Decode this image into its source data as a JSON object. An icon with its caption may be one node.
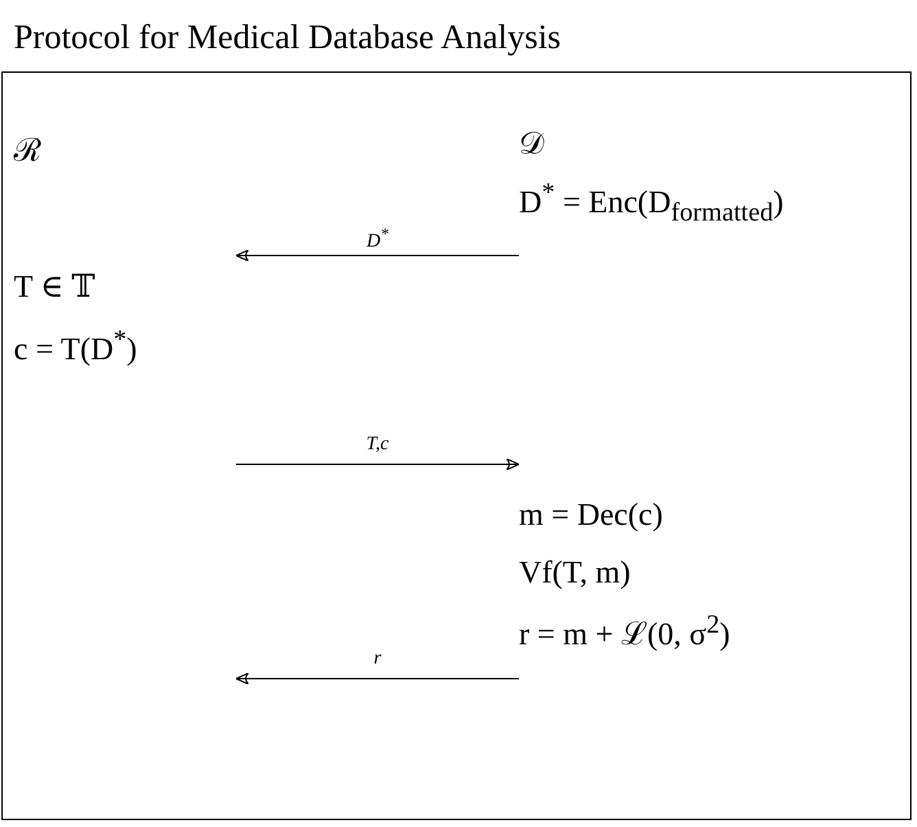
{
  "diagram": {
    "title": "Protocol for Medical Database Analysis",
    "nodes": [
      {
        "text": [
          "ℛ",
          "T ∈ 𝕋",
          "c = T(D$^{*}$)"
        ]
      },
      {
        "text": [
          "𝒟",
          "D$^{*}$ = Enc(D$_{formatted}$)",
          "m = Dec(c)",
          "Vf(T, m)",
          "r = m + ℒ(0, σ$^{2}$)"
        ]
      }
    ],
    "edges": [
      {
        "from": 1,
        "to": 0,
        "arrow": "to",
        "label": "D$^{*}$"
      },
      {
        "from": 0,
        "to": 1,
        "arrow": "to",
        "label": "T,c"
      },
      {
        "from": 1,
        "to": 0,
        "arrow": "to",
        "label": "r"
      }
    ]
  }
}
